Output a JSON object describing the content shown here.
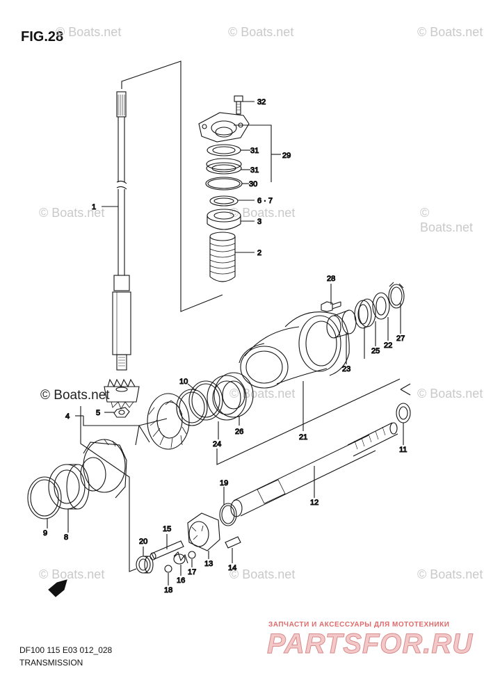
{
  "figure": {
    "title": "FIG.28"
  },
  "watermark": {
    "text": "© Boats.net"
  },
  "footer": {
    "model_code": "DF100 115 E03 012_028",
    "section": "TRANSMISSION"
  },
  "badge": {
    "fwd_label": "FWD"
  },
  "shop": {
    "tagline": "ЗАПЧАСТИ И АКСЕССУАРЫ ДЛЯ МОТОТЕХНИКИ",
    "brand": "PARTSFOR.RU"
  },
  "callouts": [
    {
      "id": "32",
      "label": "32"
    },
    {
      "id": "31a",
      "label": "31"
    },
    {
      "id": "29",
      "label": "29"
    },
    {
      "id": "31b",
      "label": "31"
    },
    {
      "id": "30",
      "label": "30"
    },
    {
      "id": "6-7",
      "label": "6 · 7"
    },
    {
      "id": "3",
      "label": "3"
    },
    {
      "id": "2",
      "label": "2"
    },
    {
      "id": "1",
      "label": "1"
    },
    {
      "id": "28",
      "label": "28"
    },
    {
      "id": "27",
      "label": "27"
    },
    {
      "id": "22",
      "label": "22"
    },
    {
      "id": "25",
      "label": "25"
    },
    {
      "id": "23",
      "label": "23"
    },
    {
      "id": "21",
      "label": "21"
    },
    {
      "id": "10",
      "label": "10"
    },
    {
      "id": "26",
      "label": "26"
    },
    {
      "id": "24",
      "label": "24"
    },
    {
      "id": "4",
      "label": "4"
    },
    {
      "id": "5",
      "label": "5"
    },
    {
      "id": "11",
      "label": "11"
    },
    {
      "id": "12",
      "label": "12"
    },
    {
      "id": "19",
      "label": "19"
    },
    {
      "id": "9",
      "label": "9"
    },
    {
      "id": "8",
      "label": "8"
    },
    {
      "id": "15",
      "label": "15"
    },
    {
      "id": "20",
      "label": "20"
    },
    {
      "id": "13",
      "label": "13"
    },
    {
      "id": "14",
      "label": "14"
    },
    {
      "id": "16",
      "label": "16"
    },
    {
      "id": "17",
      "label": "17"
    },
    {
      "id": "18",
      "label": "18"
    }
  ]
}
